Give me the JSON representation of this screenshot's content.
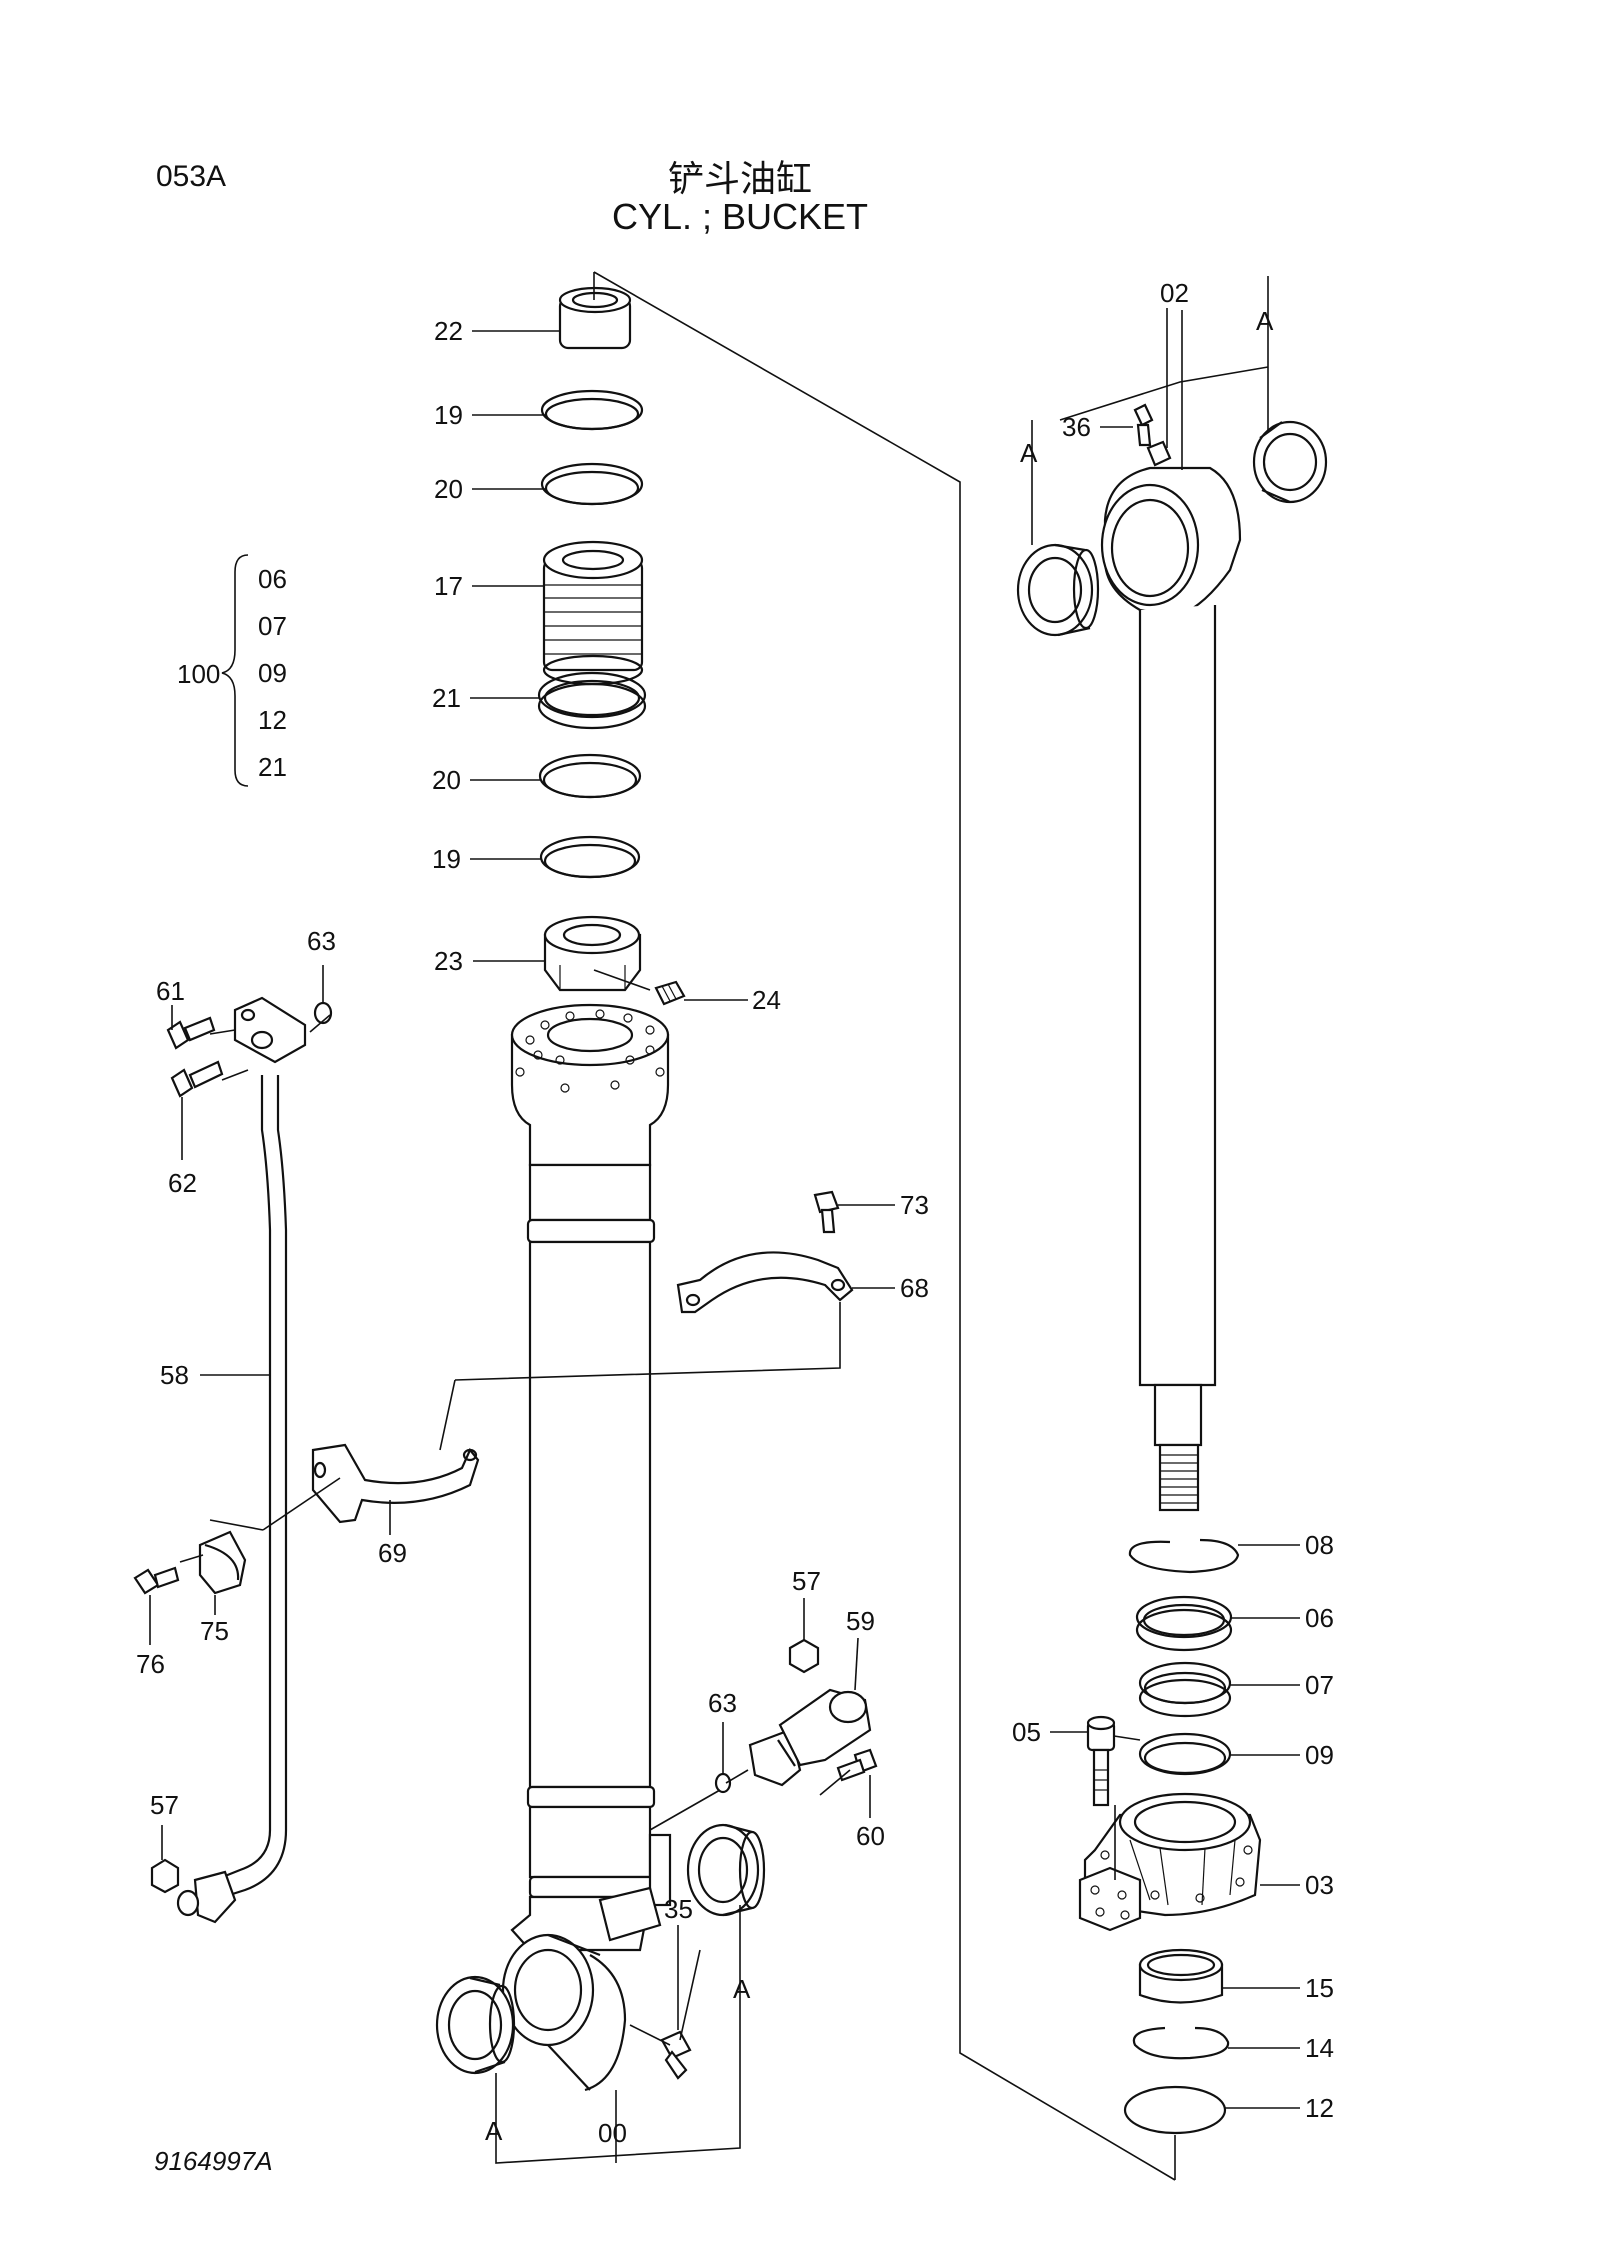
{
  "header": {
    "code": "053A",
    "title_cn": "铲斗油缸",
    "title_en": "CYL. ; BUCKET"
  },
  "footer": {
    "doc_no": "9164997A"
  },
  "kit": {
    "label": "100",
    "items": [
      "06",
      "07",
      "09",
      "12",
      "21"
    ]
  },
  "callouts": {
    "c22": "22",
    "c19a": "19",
    "c20a": "20",
    "c17": "17",
    "c21": "21",
    "c20b": "20",
    "c19b": "19",
    "c23": "23",
    "c24": "24",
    "c63a": "63",
    "c61": "61",
    "c62": "62",
    "c58": "58",
    "c69": "69",
    "c75": "75",
    "c76": "76",
    "c57a": "57",
    "c73": "73",
    "c68": "68",
    "c57b": "57",
    "c59": "59",
    "c63b": "63",
    "c60": "60",
    "c35": "35",
    "cA1": "A",
    "cA2": "A",
    "c00": "00",
    "c02": "02",
    "cA3": "A",
    "c36": "36",
    "cA4": "A",
    "c08": "08",
    "c06": "06",
    "c07": "07",
    "c05": "05",
    "c09": "09",
    "c03": "03",
    "c15": "15",
    "c14": "14",
    "c12": "12"
  }
}
